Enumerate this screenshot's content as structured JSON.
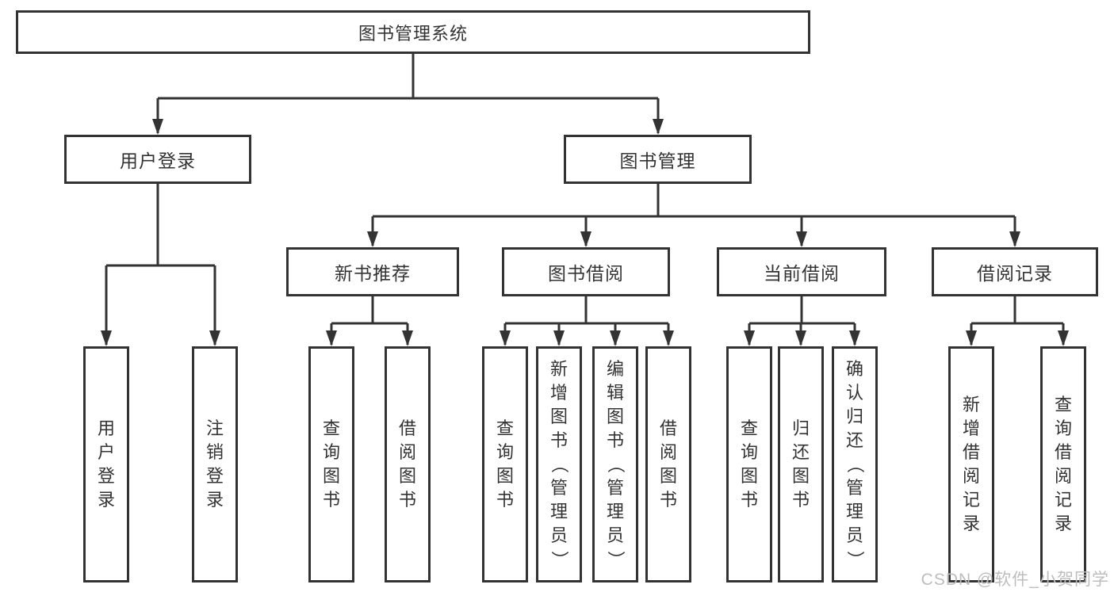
{
  "page": {
    "background_color": "#ffffff",
    "line_color": "#333333",
    "text_color": "#333333",
    "watermark_color": "#bdbdbd"
  },
  "watermark": {
    "text": "CSDN @软件_小贺同学"
  },
  "tree": {
    "label": "图书管理系统",
    "children": [
      {
        "label": "用户登录",
        "children": [
          {
            "label": "用户登录"
          },
          {
            "label": "注销登录"
          }
        ]
      },
      {
        "label": "图书管理",
        "children": [
          {
            "label": "新书推荐",
            "children": [
              {
                "label": "查询图书"
              },
              {
                "label": "借阅图书"
              }
            ]
          },
          {
            "label": "图书借阅",
            "children": [
              {
                "label": "查询图书"
              },
              {
                "label": "新增图书（管理员）"
              },
              {
                "label": "编辑图书（管理员）"
              },
              {
                "label": "借阅图书"
              }
            ]
          },
          {
            "label": "当前借阅",
            "children": [
              {
                "label": "查询图书"
              },
              {
                "label": "归还图书"
              },
              {
                "label": "确认归还（管理员）"
              }
            ]
          },
          {
            "label": "借阅记录",
            "children": [
              {
                "label": "新增借阅记录"
              },
              {
                "label": "查询借阅记录"
              }
            ]
          }
        ]
      }
    ]
  }
}
